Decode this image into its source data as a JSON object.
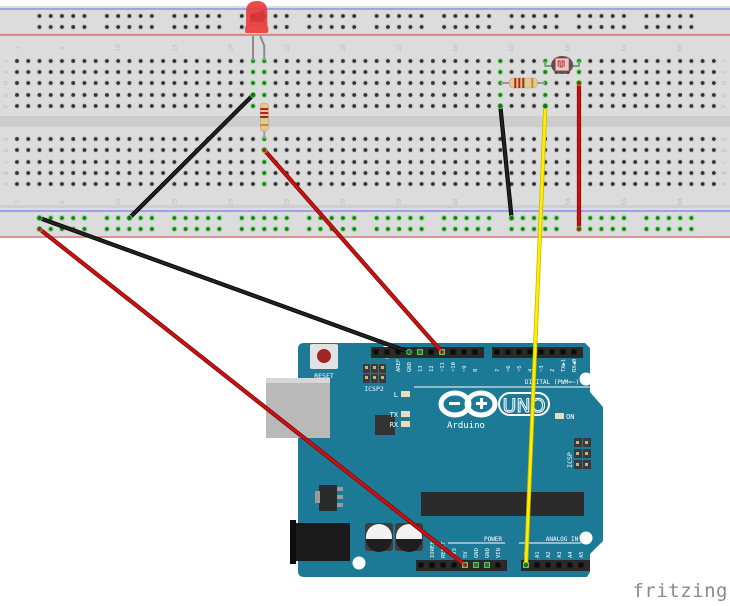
{
  "watermark": "fritzing",
  "breadboard": {
    "columns": 63,
    "column_label_numbers": [
      "1",
      "5",
      "10",
      "15",
      "20",
      "25",
      "30",
      "35",
      "40",
      "45",
      "50",
      "55",
      "60"
    ],
    "top_row_letters": [
      "J",
      "I",
      "H",
      "G",
      "F"
    ],
    "bottom_row_letters": [
      "E",
      "D",
      "C",
      "B",
      "A"
    ],
    "colors": {
      "body": "#dcdcdc",
      "hole": "#333333",
      "hole_active": "#3da53a",
      "rail_blue": "#5a6cf0",
      "rail_red": "#e44a4a"
    }
  },
  "components": {
    "led": {
      "name": "LED",
      "color": "#e8393a",
      "anode_column": 23,
      "cathode_column": 22,
      "row": "J"
    },
    "resistor_led": {
      "name": "Resistor",
      "column": 23,
      "from_row": "F",
      "to_row": "E"
    },
    "resistor_ldr": {
      "name": "Resistor",
      "row": "H",
      "from_column": 44,
      "to_column": 48
    },
    "photocell": {
      "name": "Photocell (LDR)",
      "row": "J",
      "from_column": 48,
      "to_column": 51
    }
  },
  "wires": [
    {
      "id": "w1",
      "color": "#222222",
      "label": "black",
      "from": "breadboard G22",
      "to": "breadboard GND rail col 11"
    },
    {
      "id": "w2",
      "color": "#cc1111",
      "label": "red",
      "from": "breadboard D23",
      "to": "Arduino pin ~11"
    },
    {
      "id": "w3",
      "color": "#222222",
      "label": "black",
      "from": "breadboard GND rail",
      "to": "Arduino GND (digital header)"
    },
    {
      "id": "w4",
      "color": "#cc1111",
      "label": "red",
      "from": "breadboard power rail",
      "to": "Arduino 5V"
    },
    {
      "id": "w5",
      "color": "#222222",
      "label": "black",
      "from": "breadboard F44",
      "to": "breadboard GND rail col 45"
    },
    {
      "id": "w6",
      "color": "#ffee00",
      "label": "yellow",
      "from": "breadboard F48",
      "to": "Arduino A0"
    },
    {
      "id": "w7",
      "color": "#cc1111",
      "label": "red",
      "from": "breadboard H51",
      "to": "breadboard power rail col 51"
    }
  ],
  "arduino": {
    "board_color": "#1c7a97",
    "reset_label": "RESET",
    "icsp2_label": "ICSP2",
    "icsp_label": "ICSP",
    "logo_text": "Arduino",
    "model_text": "UNO",
    "led_labels": [
      "L",
      "TX",
      "RX"
    ],
    "on_label": "ON",
    "digital_label": "DIGITAL (PWM=~)",
    "power_label": "POWER",
    "analog_label": "ANALOG IN",
    "digital_pins_left": [
      "AREF",
      "GND",
      "13",
      "12",
      "~11",
      "~10",
      "~9",
      "8"
    ],
    "digital_pins_right": [
      "7",
      "~6",
      "~5",
      "4",
      "~3",
      "2",
      "TX▶1",
      "RX◀0"
    ],
    "power_pins": [
      "IOREF",
      "RESET",
      "3V3",
      "5V",
      "GND",
      "GND",
      "VIN"
    ],
    "analog_pins": [
      "A0",
      "A1",
      "A2",
      "A3",
      "A4",
      "A5"
    ]
  }
}
